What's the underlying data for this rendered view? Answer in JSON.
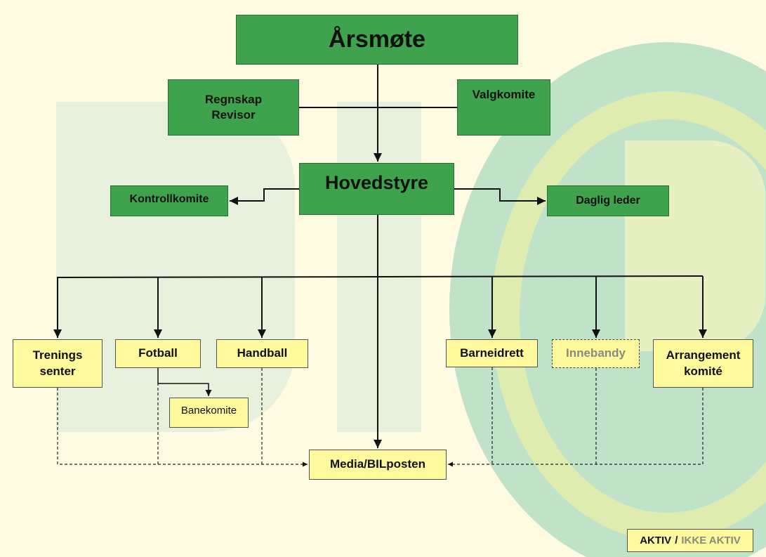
{
  "title": "Årsmøte",
  "green_boxes": {
    "regnskap": "Regnskap\nRevisor",
    "regnskap_line1": "Regnskap",
    "regnskap_line2": "Revisor",
    "valgkomite": "Valgkomite",
    "hovedstyre": "Hovedstyre",
    "kontrollkomite": "Kontrollkomite",
    "daglig_leder": "Daglig leder"
  },
  "groups": {
    "trenings_line1": "Trenings",
    "trenings_line2": "senter",
    "fotball": "Fotball",
    "handball": "Handball",
    "barneidrett": "Barneidrett",
    "innebandy": "Innebandy",
    "arrangement_line1": "Arrangement",
    "arrangement_line2": "komité",
    "banekomite": "Banekomite",
    "media": "Media/BILposten"
  },
  "legend": {
    "active": "AKTIV",
    "separator": "/",
    "inactive": "IKKE AKTIV"
  },
  "colors": {
    "green": "#3fa34d",
    "yellow": "#fff99e",
    "inactive_text": "#8a8a7a",
    "background": "#fffbe3"
  }
}
